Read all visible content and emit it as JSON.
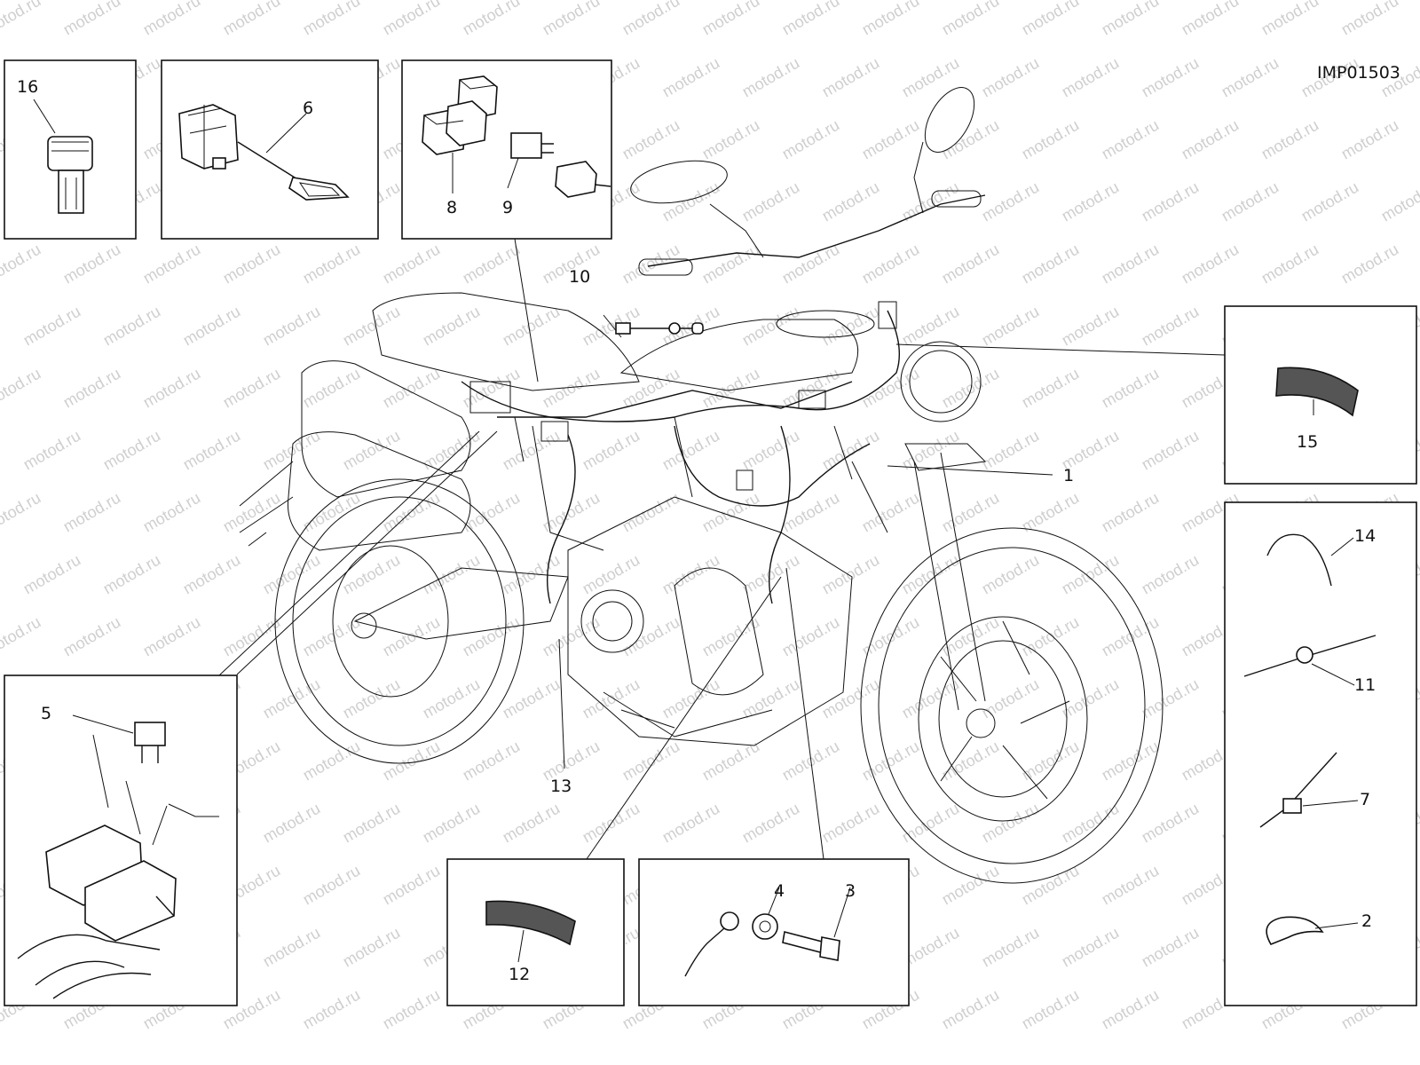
{
  "drawing_ref": "IMP01503",
  "watermark": "motod.ru",
  "colors": {
    "ink": "#111111",
    "watermark": "#cfcfcf",
    "background": "#ffffff"
  },
  "callouts": {
    "c1": "1",
    "c2": "2",
    "c3": "3",
    "c4": "4",
    "c5": "5",
    "c6": "6",
    "c7": "7",
    "c8": "8",
    "c9": "9",
    "c10": "10",
    "c11": "11",
    "c12": "12",
    "c13": "13",
    "c14": "14",
    "c15": "15",
    "c16": "16"
  }
}
